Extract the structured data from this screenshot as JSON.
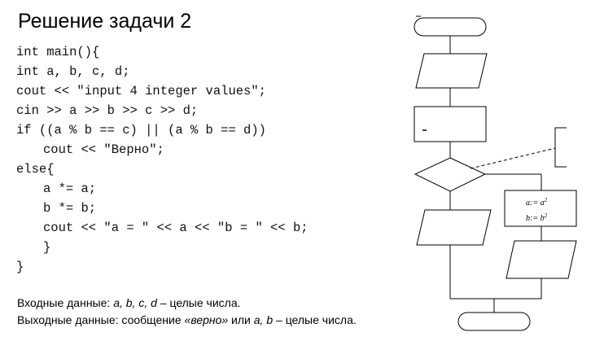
{
  "title": "Решение задачи 2",
  "code_lines": [
    "int main(){",
    "int a, b, c, d;",
    "cout << \"input 4 integer values\";",
    "cin >> a >> b >> c >> d;",
    "if ((a % b == c) || (a % b == d))",
    "cout << \"Верно\";",
    "else{",
    "a *= a;",
    "b *= b;",
    "cout << \"a = \" << a << \"b = \" << b;",
    "}",
    "}"
  ],
  "input_note": {
    "label": "Входные данные: ",
    "vars": "a, b, c, d",
    "rest": " – целые числа."
  },
  "output_note": {
    "label": "Выходные данные: сообщение ",
    "msg": "«верно»",
    "mid": " или ",
    "vars": "a, b",
    "rest": " – целые числа."
  },
  "flowchart": {
    "assign_a": "a:= a",
    "assign_b": "b:= b",
    "exponent": "2"
  }
}
